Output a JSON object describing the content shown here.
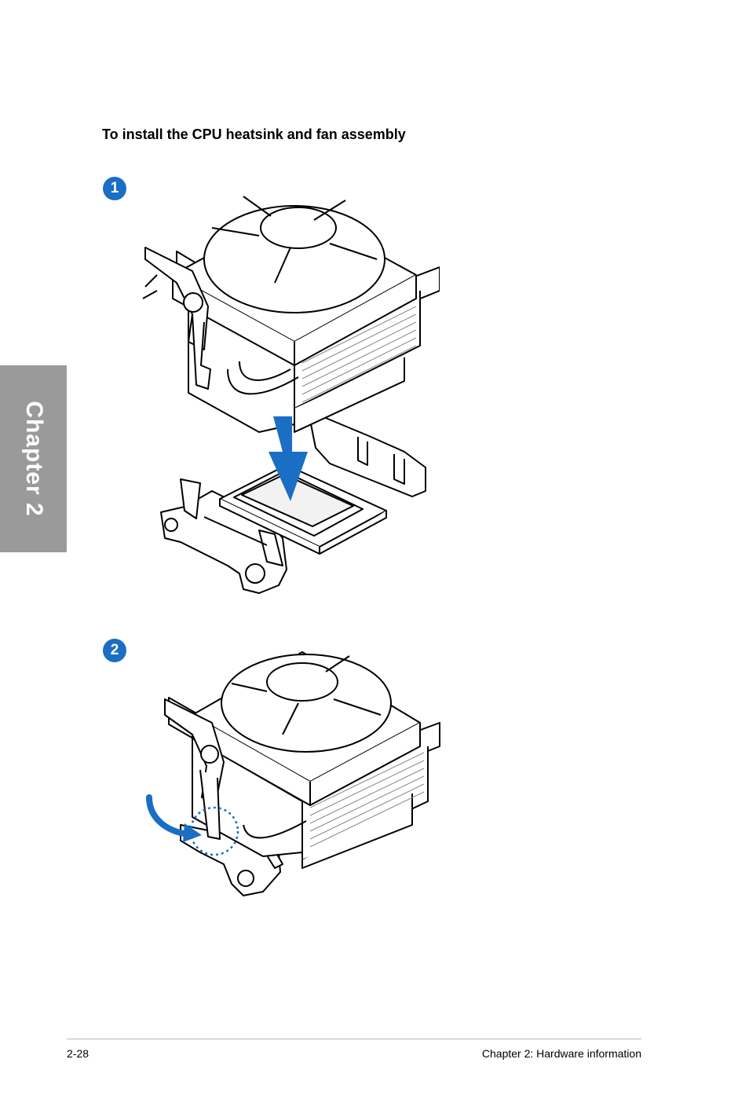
{
  "sidebar": {
    "chapter_label": "Chapter 2"
  },
  "heading": "To install the CPU heatsink and fan assembly",
  "steps": [
    {
      "number": "1"
    },
    {
      "number": "2"
    }
  ],
  "footer": {
    "page_number": "2-28",
    "chapter_title": "Chapter 2: Hardware information"
  },
  "colors": {
    "accent": "#1a6fc4",
    "tab": "#9a9a9a"
  }
}
